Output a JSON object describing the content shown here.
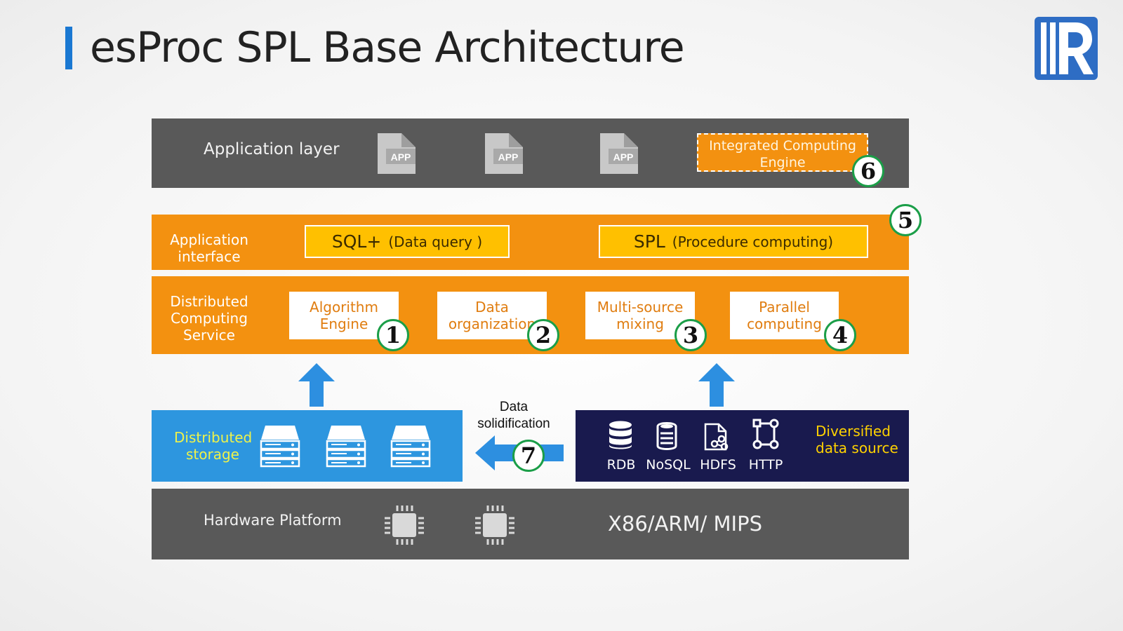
{
  "title": "esProc SPL Base Architecture",
  "colors": {
    "accent_blue": "#1a78d2",
    "layer_gray": "#595959",
    "orange": "#f39110",
    "yellow": "#ffc000",
    "storage_blue": "#2d96df",
    "navy": "#191a4e",
    "badge_green": "#1b9e48"
  },
  "application_layer": {
    "label": "Application layer",
    "app_icon_text": "APP",
    "app_count": 3,
    "integrated_engine": "Integrated Computing Engine",
    "badge": "6"
  },
  "application_interface": {
    "label": "Application interface",
    "badge": "5",
    "sql": {
      "name": "SQL+",
      "desc": "(Data query )"
    },
    "spl": {
      "name": "SPL",
      "desc": "(Procedure computing)"
    }
  },
  "distributed_service": {
    "label": "Distributed Computing Service",
    "modules": [
      {
        "label": "Algorithm Engine",
        "badge": "1"
      },
      {
        "label": "Data organization",
        "badge": "2"
      },
      {
        "label": "Multi-source mixing",
        "badge": "3"
      },
      {
        "label": "Parallel computing",
        "badge": "4"
      }
    ]
  },
  "storage": {
    "label": "Distributed storage",
    "server_count": 3
  },
  "solidification": {
    "label": "Data solidification",
    "badge": "7"
  },
  "data_source": {
    "label": "Diversified data source",
    "sources": [
      {
        "label": "RDB",
        "icon": "database-icon"
      },
      {
        "label": "NoSQL",
        "icon": "nosql-icon"
      },
      {
        "label": "HDFS",
        "icon": "hdfs-icon"
      },
      {
        "label": "HTTP",
        "icon": "http-icon"
      }
    ]
  },
  "hardware": {
    "label": "Hardware Platform",
    "arch": "X86/ARM/ MIPS",
    "chip_count": 2
  }
}
